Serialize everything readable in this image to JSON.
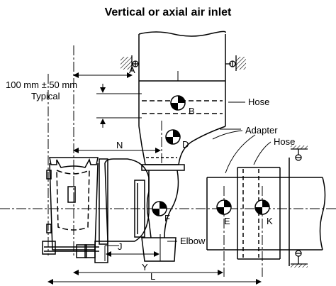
{
  "title": "Vertical or axial air inlet",
  "callouts": {
    "hose_top": "Hose",
    "adapter": "Adapter",
    "hose_right": "Hose",
    "elbow": "Elbow"
  },
  "dimension_note": {
    "line1": "100 mm ± 50 mm",
    "line2": "Typical"
  },
  "points": {
    "A": "A",
    "B": "B",
    "D": "D",
    "F": "F",
    "E": "E",
    "K": "K"
  },
  "dimensions": {
    "N": "N",
    "J": "J",
    "Y": "Y",
    "L": "L"
  }
}
